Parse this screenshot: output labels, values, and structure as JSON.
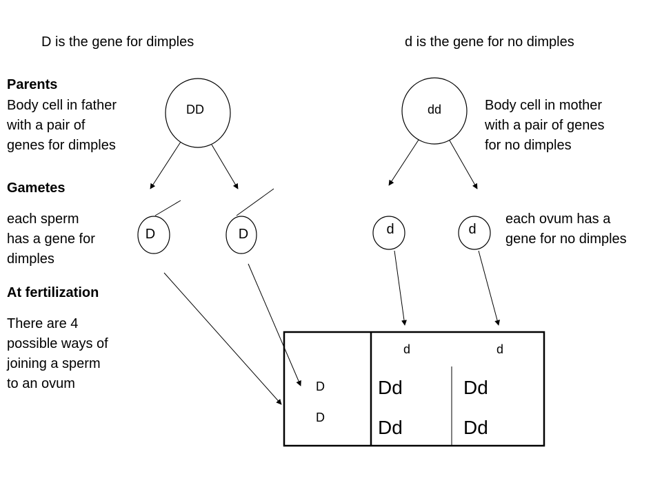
{
  "header": {
    "left": "D is the gene for dimples",
    "right": "d is the gene for no dimples"
  },
  "sections": {
    "parents_title": "Parents",
    "father_desc": [
      "Body cell in father",
      "with a pair of",
      "genes for dimples"
    ],
    "mother_desc": [
      "Body cell in mother",
      "with a pair of genes",
      "for no dimples"
    ],
    "gametes_title": "Gametes",
    "sperm_desc": [
      "each sperm",
      "has a gene for",
      "dimples"
    ],
    "ovum_desc": [
      "each ovum has a",
      "gene for no dimples"
    ],
    "fertilization_title": "At fertilization",
    "fertilization_desc": [
      "There are 4",
      "possible ways of",
      "joining a sperm",
      "to an ovum"
    ]
  },
  "cells": {
    "father": "DD",
    "mother": "dd",
    "sperm": [
      "D",
      "D"
    ],
    "ova": [
      "d",
      "d"
    ]
  },
  "punnett": {
    "col_headers": [
      "d",
      "d"
    ],
    "row_headers": [
      "D",
      "D"
    ],
    "cells": [
      [
        "Dd",
        "Dd"
      ],
      [
        "Dd",
        "Dd"
      ]
    ]
  }
}
